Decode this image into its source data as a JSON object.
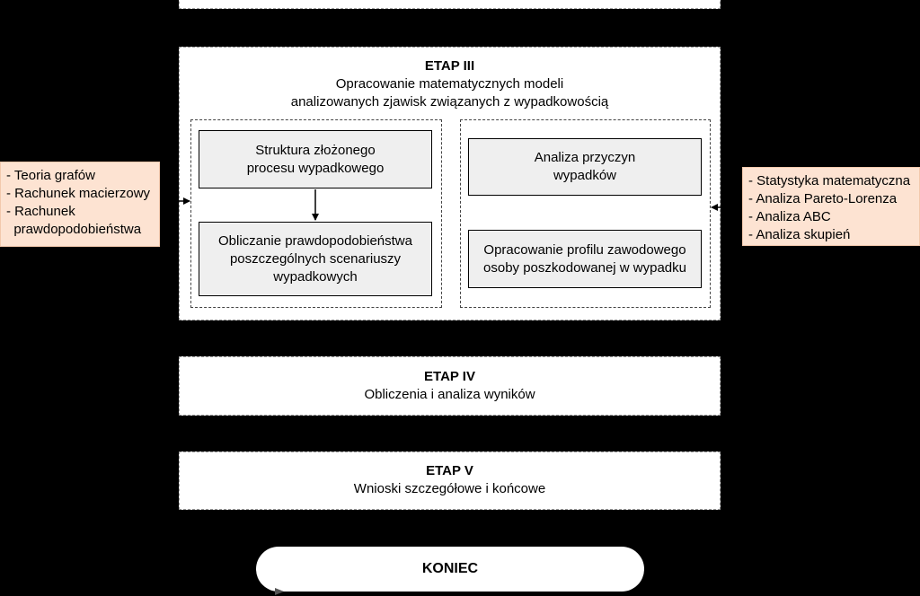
{
  "etap3": {
    "title": "ETAP III",
    "subtitle_line1": "Opracowanie matematycznych modeli",
    "subtitle_line2": "analizowanych zjawisk związanych z wypadkowością",
    "left_group": {
      "box1_line1": "Struktura złożonego",
      "box1_line2": "procesu wypadkowego",
      "box2_line1": "Obliczanie prawdopodobieństwa",
      "box2_line2": "poszczególnych scenariuszy",
      "box2_line3": "wypadkowych"
    },
    "right_group": {
      "box1_line1": "Analiza przyczyn",
      "box1_line2": "wypadków",
      "box2_line1": "Opracowanie profilu zawodowego",
      "box2_line2": "osoby poszkodowanej w wypadku"
    }
  },
  "left_methods": [
    "- Teoria grafów",
    "- Rachunek macierzowy",
    "- Rachunek",
    "  prawdopodobieństwa"
  ],
  "right_methods": [
    "- Statystyka matematyczna",
    "- Analiza Pareto-Lorenza",
    "- Analiza ABC",
    "- Analiza skupień"
  ],
  "etap4": {
    "title": "ETAP IV",
    "subtitle": "Obliczenia i analiza wyników"
  },
  "etap5": {
    "title": "ETAP V",
    "subtitle": "Wnioski szczegółowe i końcowe"
  },
  "end_label": "KONIEC"
}
